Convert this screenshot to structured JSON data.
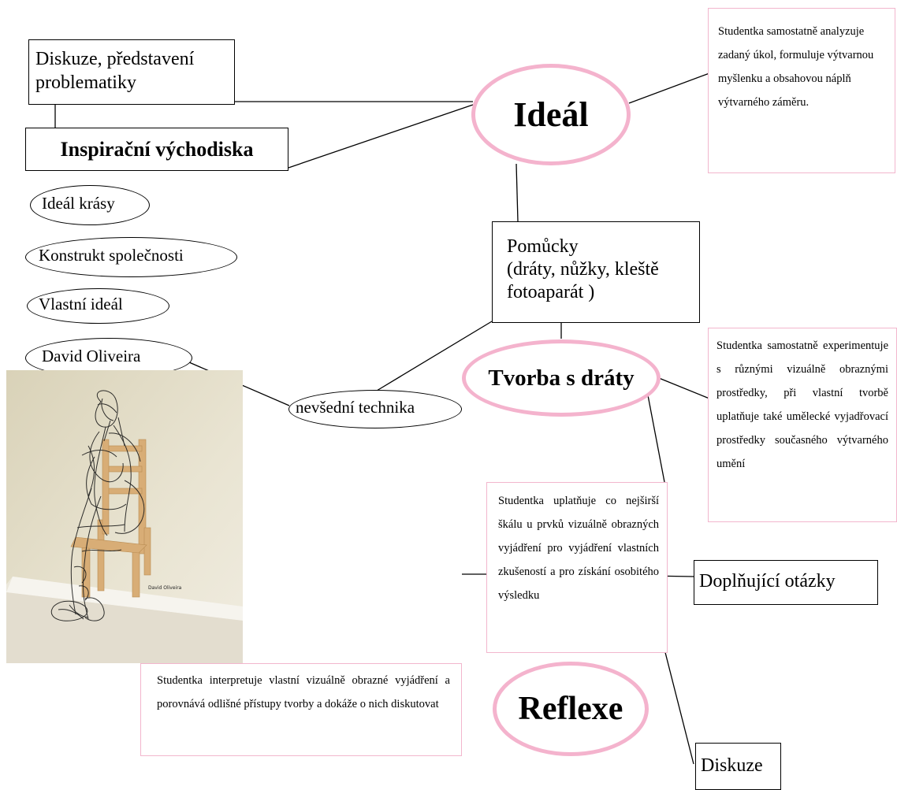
{
  "diagram": {
    "diskuze_box": "Diskuze, představení problematiky",
    "inspiracni_box": "Inspirační východiska",
    "ellipses_left": [
      "Ideál krásy",
      "Konstrukt společnosti",
      "Vlastní ideál",
      "David Oliveira"
    ],
    "ideal": "Ideál",
    "ideal_note": "Studentka samostatně analyzuje zadaný úkol, formuluje výtvarnou myšlenku a obsahovou náplň výtvarného záměru.",
    "pomucky_line1": "Pomůcky",
    "pomucky_line2": "(dráty, nůžky, kleště",
    "pomucky_line3": "fotoaparát )",
    "tvorba": "Tvorba s dráty",
    "tvorba_note": "Studentka samostatně experimentuje s různými vizuálně obraznými prostředky, při vlastní tvorbě uplatňuje také umělecké vyjadřovací prostředky současného výtvarného umění",
    "technika": "nevšední technika",
    "uplatnuje_note": "Studentka uplatňuje co nejširší škálu u prvků vizuálně obrazných vyjádření pro vyjádření vlastních zkušeností a pro získání osobitého výsledku",
    "reflexe": "Reflexe",
    "reflexe_note": "Studentka interpretuje vlastní vizuálně obrazné vyjádření a porovnává odlišné přístupy tvorby a dokáže o nich diskutovat",
    "doplnujici": "Doplňující otázky",
    "diskuze": "Diskuze",
    "photo_signature": "David Oliveira"
  },
  "colors": {
    "pink": "#f4b3cd",
    "line": "#000000",
    "wall": "#e7e1cc",
    "pedestal": "#f3f1ea",
    "chair": "#d9b17c"
  }
}
